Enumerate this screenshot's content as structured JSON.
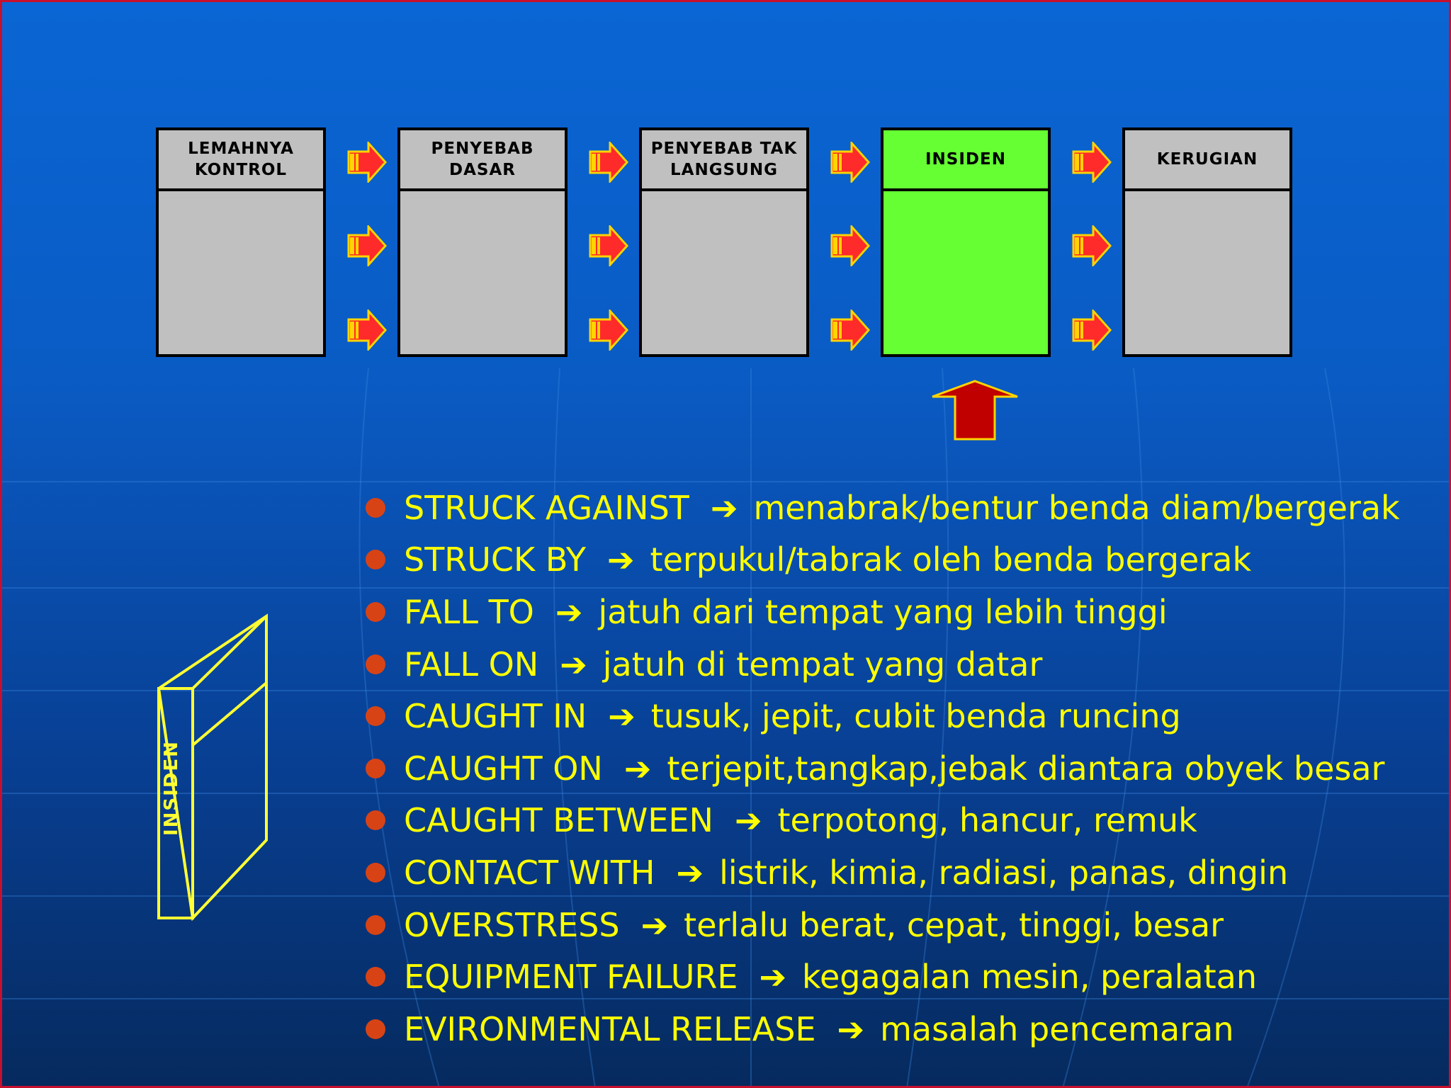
{
  "diagram": {
    "boxes": [
      {
        "label": "LEMAHNYA\nKONTROL"
      },
      {
        "label": "PENYEBAB\nDASAR"
      },
      {
        "label": "PENYEBAB TAK\nLANGSUNG"
      },
      {
        "label": "INSIDEN"
      },
      {
        "label": "KERUGIAN"
      }
    ],
    "highlight_color": "#66ff33",
    "arrow_color": "#ff2a2a"
  },
  "side_label": "INSIDEN",
  "items": [
    {
      "term": "STRUCK AGAINST",
      "desc": "menabrak/bentur benda diam/bergerak"
    },
    {
      "term": "STRUCK BY",
      "desc": "terpukul/tabrak oleh benda bergerak"
    },
    {
      "term": "FALL TO",
      "desc": "jatuh dari tempat yang lebih tinggi"
    },
    {
      "term": "FALL ON",
      "desc": "jatuh di tempat yang datar"
    },
    {
      "term": "CAUGHT IN",
      "desc": "tusuk, jepit, cubit benda runcing"
    },
    {
      "term": "CAUGHT ON",
      "desc": "terjepit,tangkap,jebak diantara obyek besar"
    },
    {
      "term": "CAUGHT BETWEEN",
      "desc": "terpotong, hancur, remuk"
    },
    {
      "term": "CONTACT WITH",
      "desc": "listrik, kimia, radiasi, panas, dingin"
    },
    {
      "term": "OVERSTRESS",
      "desc": "terlalu berat, cepat, tinggi, besar"
    },
    {
      "term": "EQUIPMENT FAILURE",
      "desc": "kegagalan mesin, peralatan"
    },
    {
      "term": "EVIRONMENTAL RELEASE",
      "desc": "masalah pencemaran"
    }
  ],
  "separator": "➔"
}
